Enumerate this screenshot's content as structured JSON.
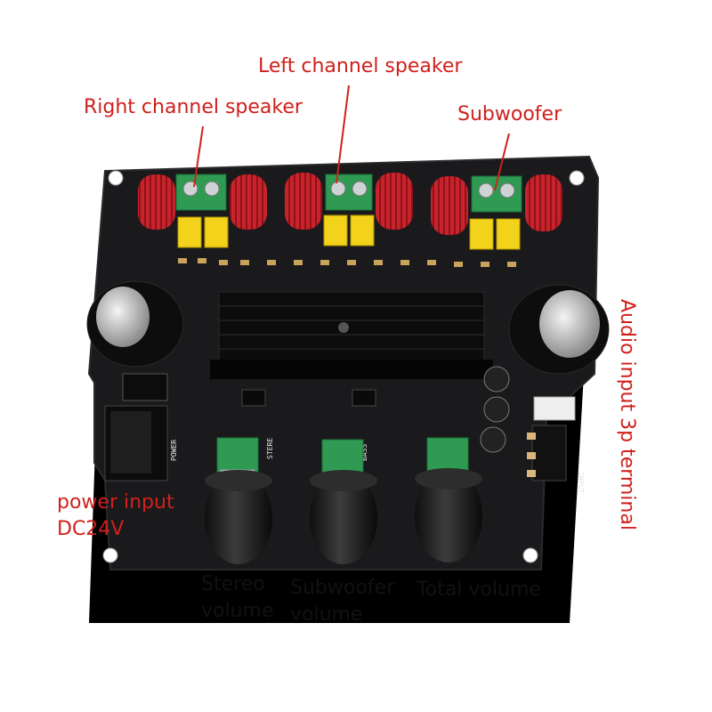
{
  "colors": {
    "label_red": "#d0201c",
    "label_black": "#111111",
    "pcb_black": "#1a1a1c",
    "coil_red": "#c8232c",
    "terminal_green": "#2e9a52",
    "capacitor_yellow": "#f2d21b"
  },
  "labels": {
    "left_channel": "Left channel speaker",
    "right_channel": "Right channel speaker",
    "subwoofer": "Subwoofer",
    "audio_input": "Audio input 3p terminal",
    "power_input_line1": "power input",
    "power_input_line2": "DC24V",
    "stereo_volume_line1": "Stereo",
    "stereo_volume_line2": "volume",
    "subwoofer_volume_line1": "Subwoofer",
    "subwoofer_volume_line2": "volume",
    "total_volume": "Total volume"
  },
  "board_silkscreen": {
    "power": "POWER",
    "stereo": "STERE",
    "bass": "BASS",
    "input": "INPUT"
  },
  "icons": [
    "pcb-board",
    "inductor-coil",
    "screw-terminal",
    "electrolytic-capacitor",
    "heatsink",
    "potentiometer-knob",
    "audio-jack",
    "dc-power-jack"
  ]
}
